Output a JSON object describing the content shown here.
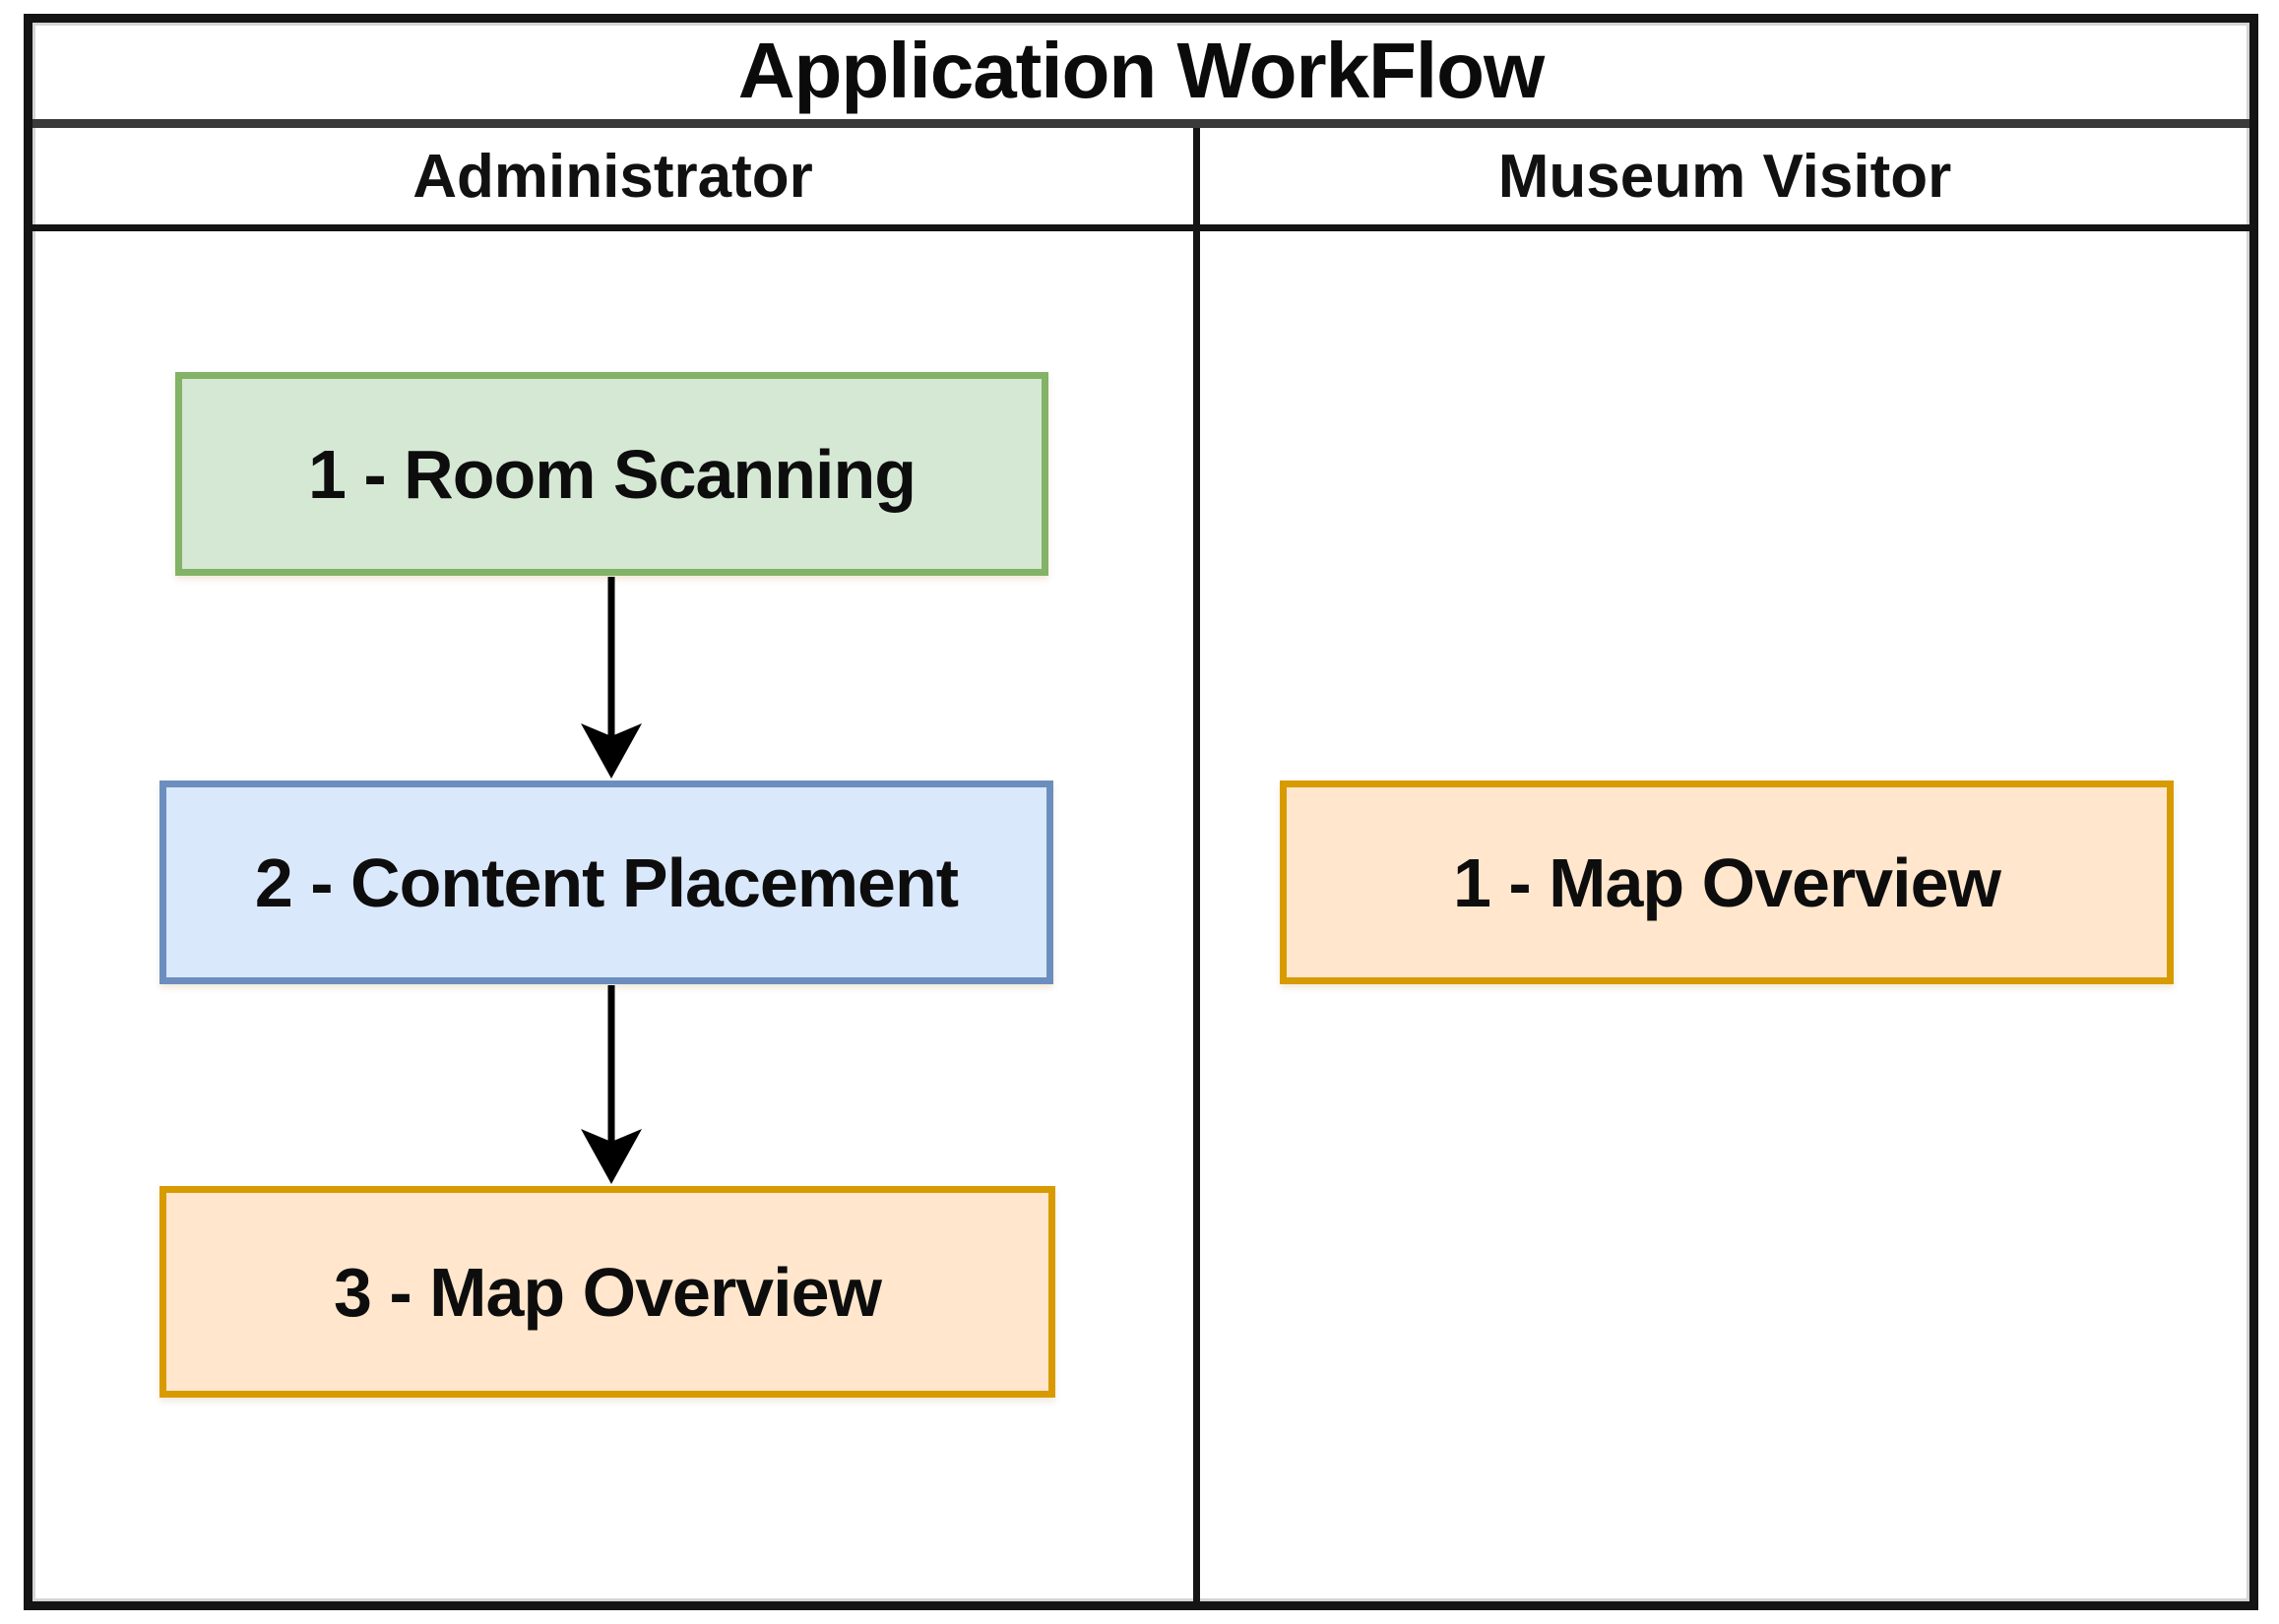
{
  "diagram": {
    "type": "swimlane-flowchart",
    "title": "Application WorkFlow",
    "lanes": [
      {
        "label": "Administrator"
      },
      {
        "label": "Museum Visitor"
      }
    ],
    "nodes": [
      {
        "label": "1 - Room Scanning",
        "lane": "Administrator",
        "fill": "#d5e8d4",
        "border": "#82b366"
      },
      {
        "label": "2 - Content Placement",
        "lane": "Administrator",
        "fill": "#dae8fc",
        "border": "#6c8ebf"
      },
      {
        "label": "3 - Map Overview",
        "lane": "Administrator",
        "fill": "#ffe6cc",
        "border": "#d79b00"
      },
      {
        "label": "1 - Map Overview",
        "lane": "Museum Visitor",
        "fill": "#ffe6cc",
        "border": "#d79b00"
      }
    ],
    "edges": [
      {
        "from": "1 - Room Scanning",
        "to": "2 - Content Placement",
        "style": "solid-arrow-down"
      },
      {
        "from": "2 - Content Placement",
        "to": "3 - Map Overview",
        "style": "solid-arrow-down"
      }
    ],
    "colors": {
      "background": "#ffffff",
      "frame_border": "#141414",
      "title_divider": "#3a3a3a",
      "text": "#000000",
      "arrow": "#000000"
    }
  }
}
